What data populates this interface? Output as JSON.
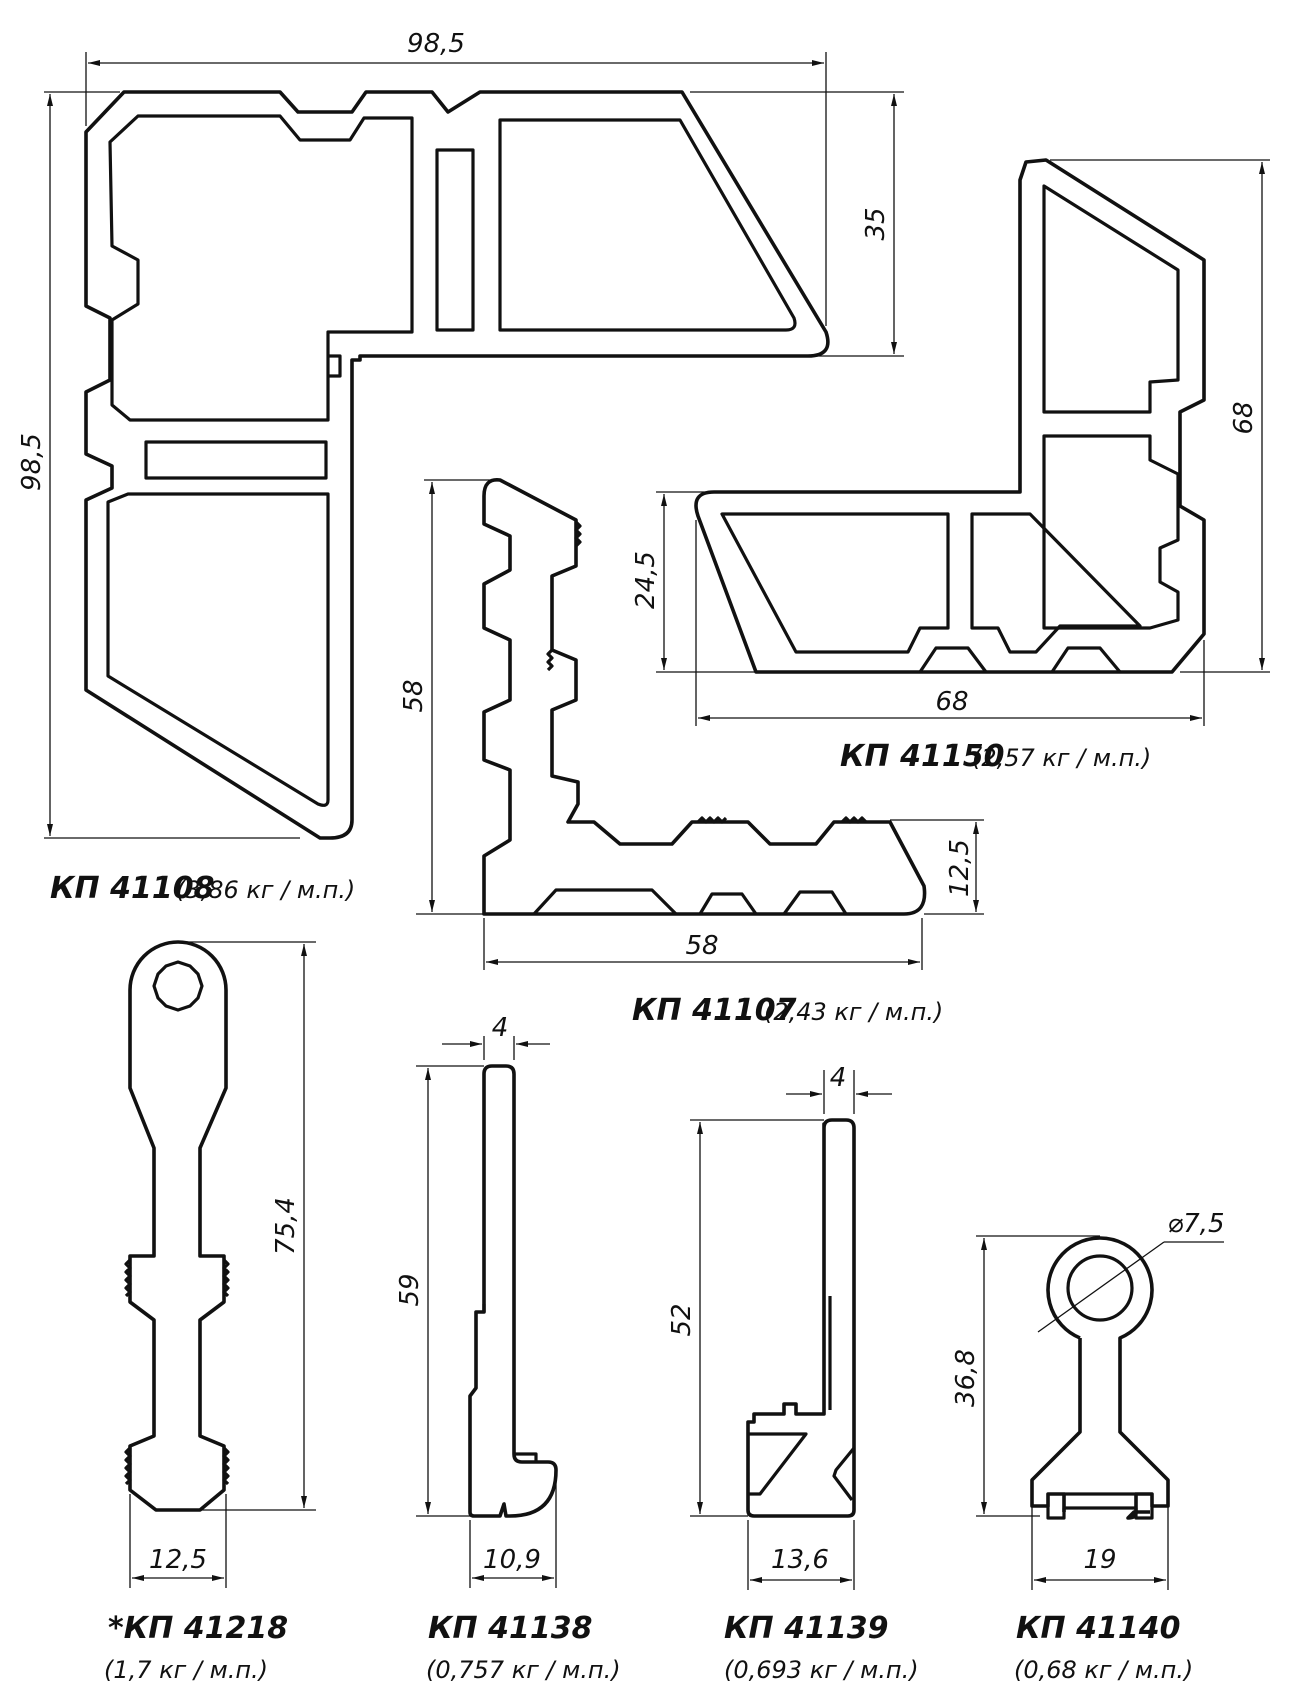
{
  "profiles": {
    "kp41108": {
      "code": "КП 41108",
      "weight": "(3,86  кг / м.п.)",
      "dims": {
        "width": "98,5",
        "height": "98,5",
        "depth": "35"
      }
    },
    "kp41107": {
      "code": "КП 41107",
      "weight": "(2,43  кг / м.п.)",
      "dims": {
        "height": "58",
        "width": "58",
        "thickness": "12,5"
      }
    },
    "kp41150": {
      "code": "КП 41150",
      "weight": "(2,57  кг / м.п.)",
      "dims": {
        "height": "68",
        "width": "68",
        "thickness": "24,5"
      }
    },
    "kp41218": {
      "code": "*КП 41218",
      "weight": "(1,7  кг / м.п.)",
      "dims": {
        "height": "75,4",
        "width": "12,5"
      }
    },
    "kp41138": {
      "code": "КП 41138",
      "weight": "(0,757  кг / м.п.)",
      "dims": {
        "height": "59",
        "width": "10,9",
        "wall": "4"
      }
    },
    "kp41139": {
      "code": "КП 41139",
      "weight": "(0,693  кг / м.п.)",
      "dims": {
        "height": "52",
        "width": "13,6",
        "wall": "4"
      }
    },
    "kp41140": {
      "code": "КП 41140",
      "weight": "(0,68  кг / м.п.)",
      "dims": {
        "height": "36,8",
        "width": "19",
        "diameter": "⌀7,5"
      }
    }
  }
}
